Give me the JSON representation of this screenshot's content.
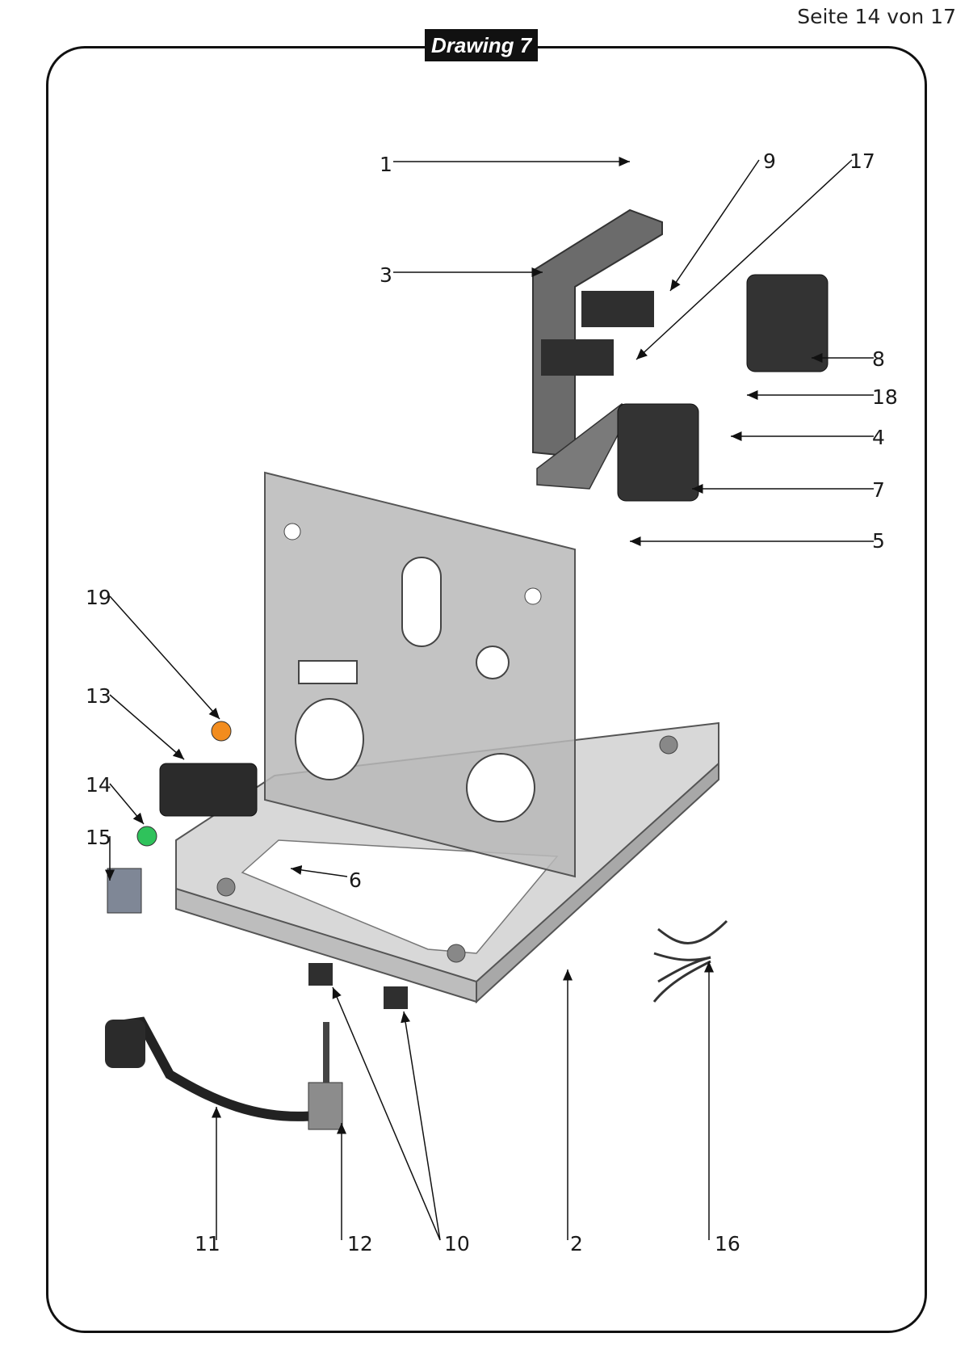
{
  "header": {
    "page_label": "Seite 14 von 17"
  },
  "drawing": {
    "title": "Drawing 7"
  },
  "callouts": [
    "1",
    "2",
    "3",
    "4",
    "5",
    "6",
    "7",
    "8",
    "9",
    "10",
    "11",
    "12",
    "13",
    "14",
    "15",
    "16",
    "17",
    "18",
    "19"
  ],
  "colors": {
    "frame": "#111111",
    "part_dark": "#2e2e2e",
    "plate": "#c9c9c9",
    "indicator_orange": "#f28c1e",
    "indicator_green": "#2fc25b"
  }
}
